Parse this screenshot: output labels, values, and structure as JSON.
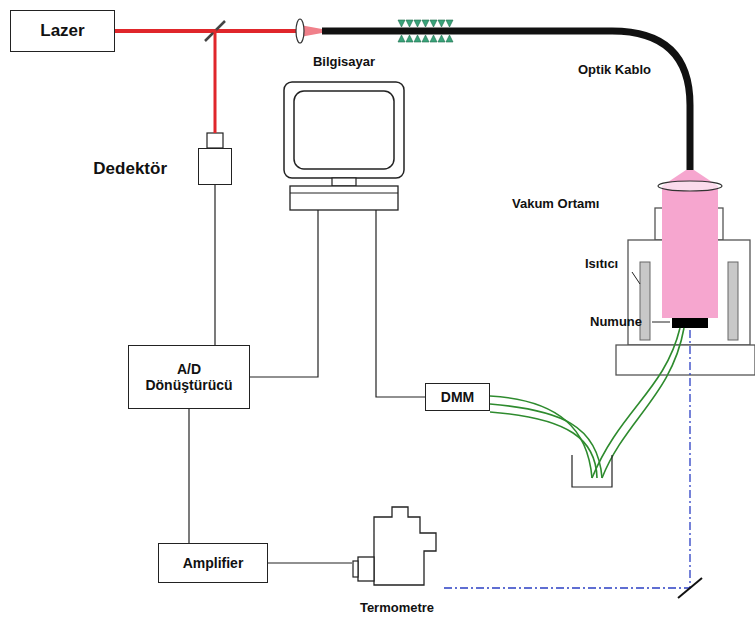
{
  "diagram": {
    "nodes": [
      {
        "text": [
          "Lazer"
        ]
      },
      {
        "text": [
          "Dedektör"
        ]
      },
      {
        "text": [
          "Bilgisayar"
        ]
      },
      {
        "text": [
          "A/D Dönüştürücü"
        ]
      },
      {
        "text": [
          "DMM"
        ]
      },
      {
        "text": [
          "Amplifier"
        ]
      },
      {
        "text": [
          "Termometre"
        ]
      }
    ],
    "edges": [
      {
        "from": 0,
        "to": 1,
        "arrow": "none"
      },
      {
        "from": 1,
        "to": 3,
        "arrow": "none"
      },
      {
        "from": 3,
        "to": 2,
        "arrow": "none"
      },
      {
        "from": 4,
        "to": 2,
        "arrow": "none"
      },
      {
        "from": 3,
        "to": 5,
        "arrow": "none"
      },
      {
        "from": 5,
        "to": 6,
        "arrow": "none"
      }
    ],
    "labels": [
      "Optik Kablo",
      "Vakum Ortamı",
      "Isıtıcı",
      "Numune"
    ]
  }
}
